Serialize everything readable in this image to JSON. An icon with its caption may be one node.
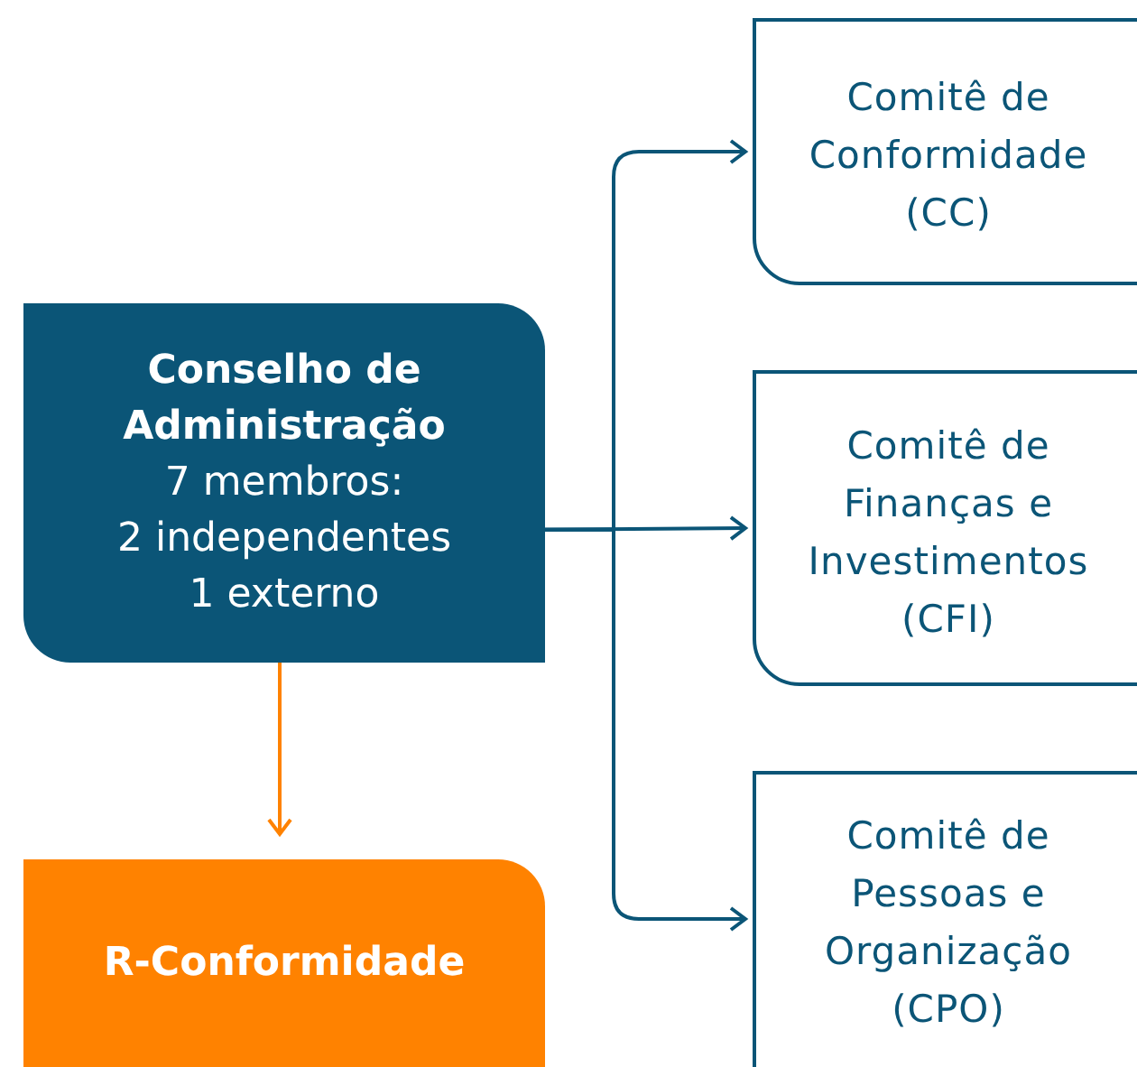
{
  "diagram": {
    "nodes": [
      {
        "text": [
          "Conselho de Administração",
          "7 membros:",
          "2 independentes",
          "1 externo"
        ]
      },
      {
        "text": [
          "R-Conformidade"
        ]
      },
      {
        "text": [
          "Comitê de Conformidade (CC)"
        ]
      },
      {
        "text": [
          "Comitê de Finanças e Investimentos (CFI)"
        ]
      },
      {
        "text": [
          "Comitê de Pessoas e Organização (CPO)"
        ]
      }
    ],
    "edges": [
      {
        "from": 0,
        "to": 1,
        "arrow": "to",
        "color": "#ff8200"
      },
      {
        "from": 0,
        "to": 2,
        "arrow": "to"
      },
      {
        "from": 0,
        "to": 3,
        "arrow": "to"
      },
      {
        "from": 0,
        "to": 4,
        "arrow": "to"
      }
    ]
  }
}
